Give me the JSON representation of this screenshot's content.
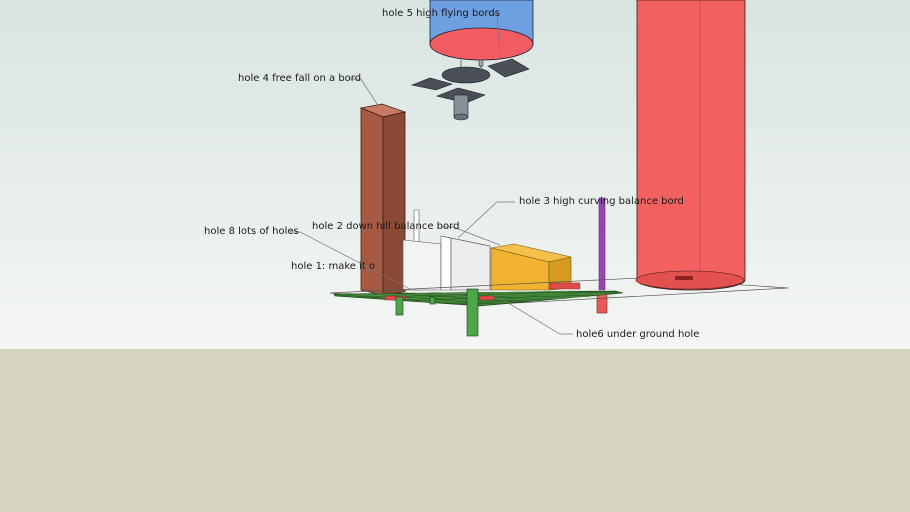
{
  "scene": {
    "sky_color": "#e9efed",
    "ground_color": "#d6d4bf",
    "labels": {
      "hole5": "hole 5 high flying bords",
      "hole4": "hole 4 free fall on a bord",
      "hole3": "hole 3 high curving balance bord",
      "hole2": "hole 2 down hill balance bord",
      "hole8": "hole 8 lots of holes",
      "hole1": "hole 1: make it o",
      "hole6": "hole6 under ground hole"
    }
  }
}
